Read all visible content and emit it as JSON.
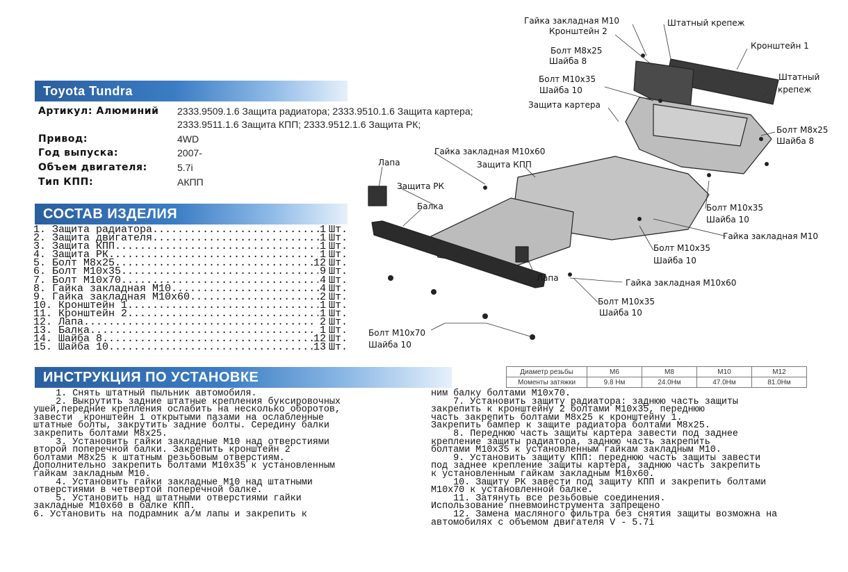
{
  "title": "Toyota Tundra",
  "specs": [
    {
      "key": "Артикул: Алюминий",
      "value": "2333.9509.1.6 Защита радиатора; 2333.9510.1.6 Защита картера;",
      "value2": "2333.9511.1.6 Защита КПП; 2333.9512.1.6 Защита РК;"
    },
    {
      "key": "Привод:",
      "value": "4WD"
    },
    {
      "key": "Год выпуска:",
      "value": "2007-"
    },
    {
      "key": "Объем двигателя:",
      "value": "5.7i"
    },
    {
      "key": "Тип КПП:",
      "value": "АКПП"
    }
  ],
  "composition_heading": "СОСТАВ ИЗДЕЛИЯ",
  "composition": [
    {
      "name": "1. Защита радиатора",
      "qty": "1",
      "unit": "Шт."
    },
    {
      "name": "2. Защита двигателя",
      "qty": "1",
      "unit": "Шт."
    },
    {
      "name": "3. Защита КПП",
      "qty": "1",
      "unit": "Шт."
    },
    {
      "name": "4. Защита РК",
      "qty": "1",
      "unit": "Шт."
    },
    {
      "name": "5. Болт М8x25",
      "qty": "12",
      "unit": "Шт."
    },
    {
      "name": "6. Болт М10x35",
      "qty": "9",
      "unit": "Шт."
    },
    {
      "name": "7. Болт М10x70",
      "qty": "4",
      "unit": "Шт."
    },
    {
      "name": "8. Гайка закладная М10",
      "qty": "4",
      "unit": "Шт."
    },
    {
      "name": "9. Гайка закладная М10x60",
      "qty": "2",
      "unit": "Шт."
    },
    {
      "name": "10. Кронштейн 1",
      "qty": "1",
      "unit": "Шт."
    },
    {
      "name": "11. Кронштейн 2",
      "qty": "1",
      "unit": "Шт."
    },
    {
      "name": "12. Лапа",
      "qty": "2",
      "unit": "Шт."
    },
    {
      "name": "13. Балка",
      "qty": "1",
      "unit": "Шт."
    },
    {
      "name": "14. Шайба 8",
      "qty": "12",
      "unit": "Шт."
    },
    {
      "name": "15. Шайба 10",
      "qty": "13",
      "unit": "Шт."
    }
  ],
  "instructions_heading": "ИНСТРУКЦИЯ ПО УСТАНОВКЕ",
  "instructions_left": "    1. Снять штатный пыльник автомобиля.\n    2. Выкрутить задние штатные крепления буксировочных\nушей,передние крепления ослабить на несколько оборотов,\nзавести  кронштейн 1 открытыми пазами на ослабленные\nштатные болты, закрутить задние болты. Середину балки\nзакрепить болтами М8x25.\n    3. Установить гайки закладные М10 над отверстиями\nвторой поперечной балки. Закрепить кронштейн 2\nболтами М8x25 к штатным резьбовым отверстиям.\nДополнительно закрепить болтами М10x35 к установленным\nгайкам закладным М10.\n    4. Установить гайки закладные М10 над штатными\nотверстиями в четвертой поперечной балке.\n    5. Установить над штатными отверстиями гайки\nзакладные М10x60 в балке КПП.\n6. Установить на подрамник а/м лапы и закрепить к",
  "instructions_right": "ним балку болтами М10x70.\n    7. Установить защиту радиатора: заднюю часть защиты\nзакрепить к кронштейну 2 болтами М10x35, переднюю\nчасть закрепить болтами М8x25 к кронштейну 1.\nЗакрепить бампер к защите радиатора болтами М8x25.\n    8. Переднюю часть защиты картера завести под заднее\nкрепление защиты радиатора, заднюю часть закрепить\nболтами М10x35 к установленным гайкам закладным М10.\n    9. Установить защиту КПП: переднюю часть защиты завести\nпод заднее крепление защиты картера, заднюю часть закрепить\nк установленным гайкам закладным М10x60.\n    10. Защиту РК завести под защиту КПП и закрепить болтами\nМ10x70 к установленной балке.\n    11. Затянуть все резьбовые соединения.\nИспользование пневмоинструмента запрещено\n    12. Замена масляного фильтра без снятия защиты возможна на\nавтомобилях с объемом двигателя V - 5.7i",
  "torque_table": {
    "row1_label": "Диаметр резьбы",
    "row2_label": "Моменты затяжки",
    "sizes": [
      "М6",
      "М8",
      "М10",
      "М12"
    ],
    "torques": [
      "9.8 Нм",
      "24.0Нм",
      "47.0Нм",
      "81.0Нм"
    ]
  },
  "diagram_labels": {
    "nut_m10_top": "Гайка закладная М10",
    "bracket2": "Кронштейн 2",
    "std_fastener_top": "Штатный крепеж",
    "bracket1": "Кронштейн 1",
    "bolt_m8x25_left": "Болт М8x25",
    "washer8_left": "Шайба 8",
    "bolt_m10x35_top": "Болт М10x35",
    "washer10_top": "Шайба 10",
    "std_fastener_right_1": "Штатный",
    "std_fastener_right_2": "крепеж",
    "crankcase_guard": "Защита картера",
    "bolt_m8x25_right": "Болт М8x25",
    "washer8_right": "Шайба 8",
    "nut_m10x60_top": "Гайка закладная М10x60",
    "paw_left": "Лапа",
    "gearbox_guard": "Защита КПП",
    "transfer_guard": "Защита РК",
    "beam": "Балка",
    "bolt_m10x35_r1": "Болт М10x35",
    "washer10_r1": "Шайба 10",
    "nut_m10_right": "Гайка закладная М10",
    "bolt_m10x35_r2": "Болт М10x35",
    "washer10_r2": "Шайба 10",
    "paw_bottom": "Лапа",
    "nut_m10x60_bottom": "Гайка закладная М10x60",
    "bolt_m10x35_bottom": "Болт М10x35",
    "washer10_bottom": "Шайба 10",
    "bolt_m10x70": "Болт М10x70",
    "washer10_m10x70": "Шайба 10"
  }
}
